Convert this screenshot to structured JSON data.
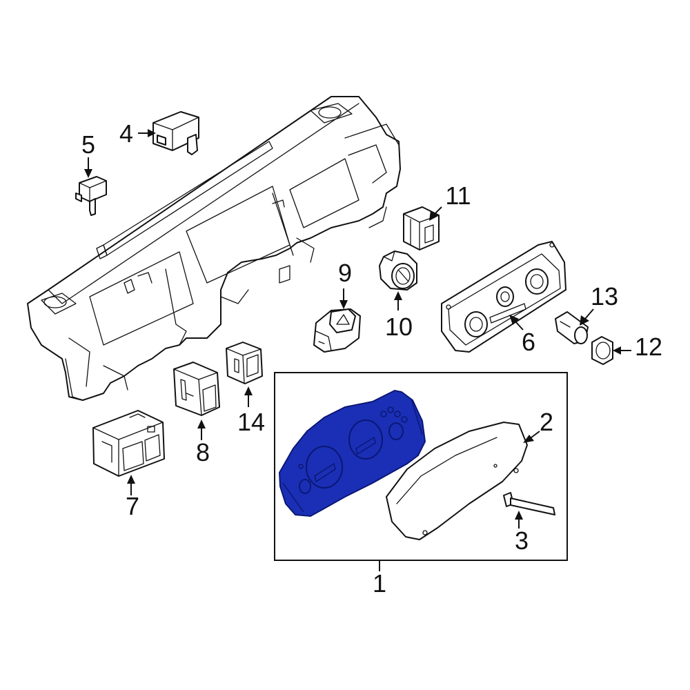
{
  "callouts": [
    "1",
    "2",
    "3",
    "4",
    "5",
    "6",
    "7",
    "8",
    "9",
    "10",
    "11",
    "12",
    "13",
    "14"
  ],
  "colors": {
    "highlight": "#1a2fb5",
    "highlight_dark": "#0b1775",
    "line": "#111111",
    "background": "#ffffff"
  },
  "highlighted_part": "1"
}
